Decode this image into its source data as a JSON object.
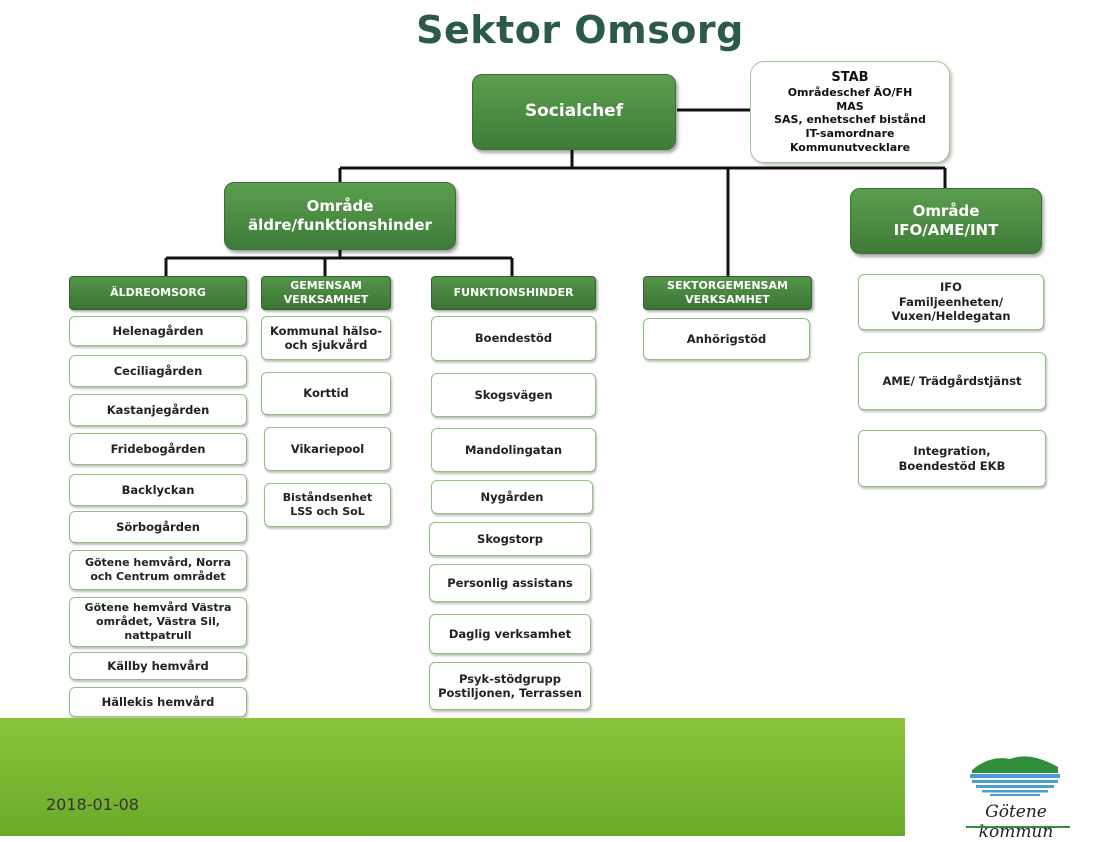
{
  "title": "Sektor Omsorg",
  "top": {
    "socialchef": "Socialchef"
  },
  "stab": {
    "lines": [
      "STAB",
      "Områdeschef  ÄO/FH",
      "MAS",
      "SAS, enhetschef bistånd",
      "IT-samordnare",
      "Kommunutvecklare"
    ]
  },
  "areas": {
    "aldre": "Område\näldre/funktionshinder",
    "ifo": "Område\nIFO/AME/INT"
  },
  "columns": {
    "aldreomsorg": {
      "header": "ÄLDREOMSORG",
      "items": [
        "Helenagården",
        "Ceciliagården",
        "Kastanjegården",
        "Fridebogården",
        "Backlyckan",
        "Sörbogården",
        "Götene hemvård, Norra\noch Centrum området",
        "Götene hemvård Västra\nområdet, Västra Sil,\nnattpatrull",
        "Källby hemvård",
        "Hällekis hemvård"
      ]
    },
    "gemensam": {
      "header": "GEMENSAM\nVERKSAMHET",
      "items": [
        "Kommunal hälso-\noch sjukvård",
        "Korttid",
        "Vikariepool",
        "Biståndsenhet\nLSS och SoL"
      ]
    },
    "funktionshinder": {
      "header": "FUNKTIONSHINDER",
      "items": [
        "Boendestöd",
        "Skogsvägen",
        "Mandolingatan",
        "Nygården",
        "Skogstorp",
        "Personlig assistans",
        "Daglig verksamhet",
        "Psyk-stödgrupp\nPostiljonen, Terrassen"
      ]
    },
    "sektorgemensam": {
      "header": "SEKTORGEMENSAM\nVERKSAMHET",
      "items": [
        "Anhörigstöd"
      ]
    },
    "ifo": {
      "items": [
        "IFO\nFamiljeenheten/\nVuxen/Heldegatan",
        "AME/ Trädgårdstjänst",
        "Integration,\nBoendestöd EKB"
      ]
    }
  },
  "footer": {
    "date": "2018-01-08",
    "logo_text": "Götene kommun"
  },
  "colors": {
    "dark_green": "#3e7c38",
    "footer_green": "#7ab833",
    "title": "#2c5a4a"
  }
}
